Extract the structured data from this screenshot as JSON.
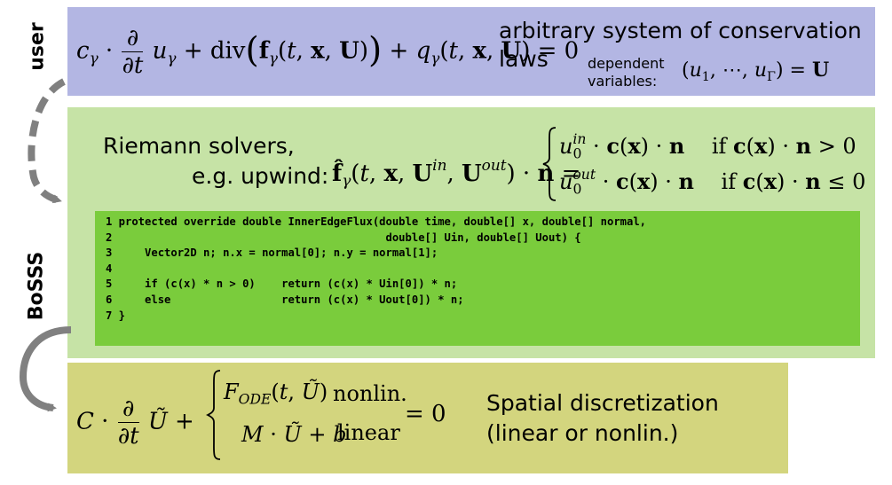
{
  "labels": {
    "user": "user",
    "bosss": "BoSSS"
  },
  "user_panel": {
    "equation_desc": "arbitrary system of conservation",
    "equation_desc_2": "laws",
    "dependent_1": "dependent",
    "dependent_2": "variables:"
  },
  "bosss_panel": {
    "riemann": "Riemann solvers,",
    "upwind": "e.g. upwind:",
    "case1_cond": "if",
    "case2_cond": "if"
  },
  "code": {
    "lines": [
      "1 protected override double InnerEdgeFlux(double time, double[] x, double[] normal,",
      "2                                          double[] Uin, double[] Uout) {",
      "3     Vector2D n; n.x = normal[0]; n.y = normal[1];",
      "4",
      "5     if (c(x) * n > 0)    return (c(x) * Uin[0]) * n;",
      "6     else                 return (c(x) * Uout[0]) * n;",
      "7 }"
    ]
  },
  "spatial_panel": {
    "nonlin": "nonlin.",
    "linear": "linear",
    "desc_1": "Spatial discretization",
    "desc_2": "(linear or nonlin.)"
  },
  "colors": {
    "user_panel": "#b3b6e3",
    "bosss_panel": "#c6e3a6",
    "code_box": "#7acc3c",
    "spatial_panel": "#d3d57e",
    "arrow": "#808080"
  }
}
